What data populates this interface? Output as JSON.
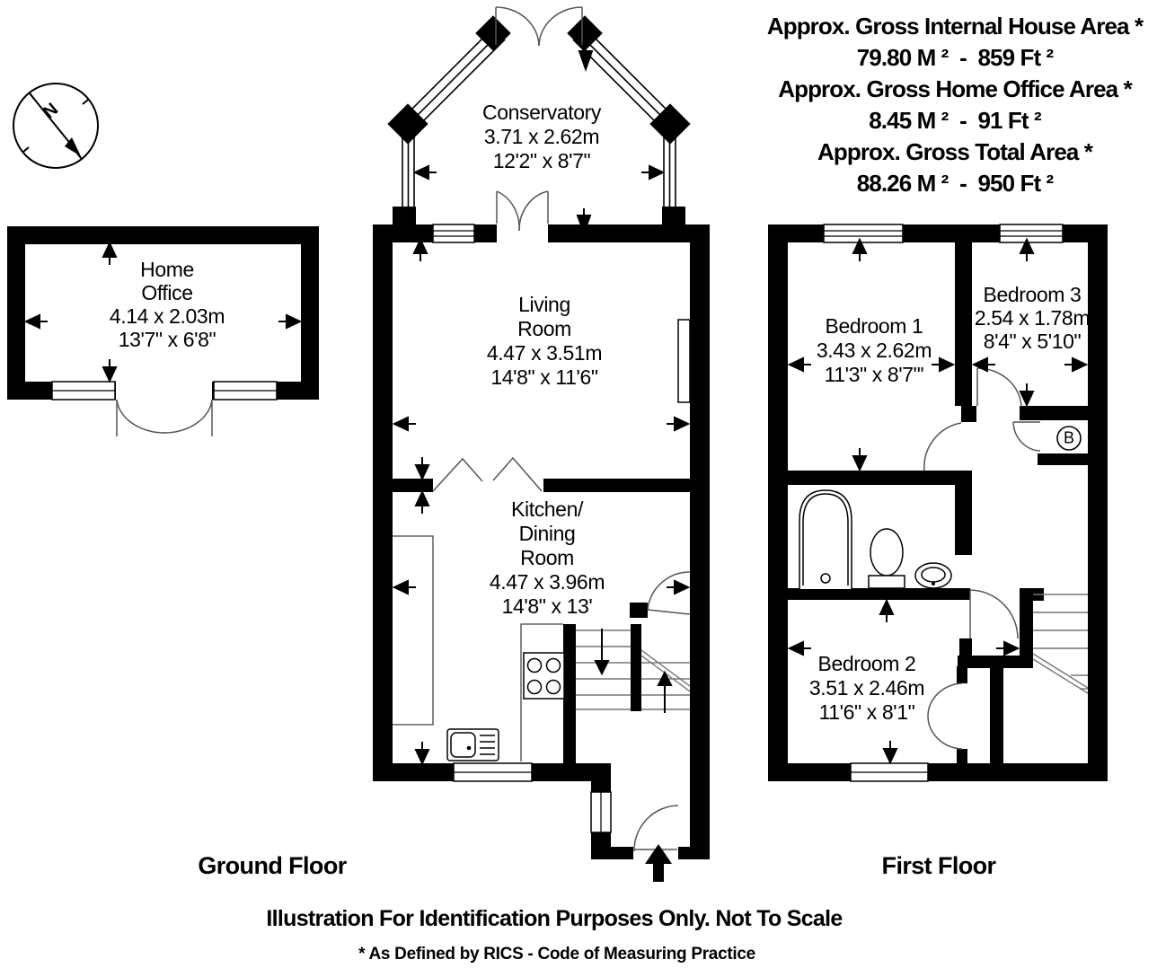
{
  "header": {
    "lines": [
      {
        "label": "Approx. Gross Internal House Area *",
        "value": "79.80 M ²  -  859 Ft ²"
      },
      {
        "label": "Approx. Gross Home Office Area *",
        "value": "8.45 M ²  -  91 Ft ²"
      },
      {
        "label": "Approx. Gross Total Area *",
        "value": "88.26 M ²  -  950 Ft ²"
      }
    ]
  },
  "rooms": {
    "home_office": {
      "line1": "Home",
      "line2": "Office",
      "metric": "4.14 x 2.03m",
      "imperial": "13'7\" x 6'8\""
    },
    "conservatory": {
      "line1": "Conservatory",
      "metric": "3.71 x 2.62m",
      "imperial": "12'2\" x 8'7\""
    },
    "living_room": {
      "line1": "Living",
      "line2": "Room",
      "metric": "4.47 x 3.51m",
      "imperial": "14'8\" x 11'6\""
    },
    "kitchen_dining": {
      "line1": "Kitchen/",
      "line2": "Dining",
      "line3": "Room",
      "metric": "4.47 x 3.96m",
      "imperial": "14'8\" x 13'"
    },
    "bedroom_1": {
      "line1": "Bedroom 1",
      "metric": "3.43 x 2.62m",
      "imperial": "11'3\" x 8'7\"'"
    },
    "bedroom_2": {
      "line1": "Bedroom 2",
      "metric": "3.51 x 2.46m",
      "imperial": "11'6\" x 8'1\""
    },
    "bedroom_3": {
      "line1": "Bedroom 3",
      "metric": "2.54 x 1.78m",
      "imperial": "8'4\" x 5'10\""
    }
  },
  "floor_labels": {
    "ground": "Ground Floor",
    "first": "First Floor"
  },
  "footer": {
    "line1": "Illustration For Identification Purposes Only. Not To Scale",
    "line2": "* As Defined by RICS - Code of Measuring Practice"
  },
  "compass": {
    "north": "N"
  },
  "boiler": {
    "label": "B"
  },
  "colors": {
    "ink": "#000000",
    "background": "#ffffff"
  }
}
